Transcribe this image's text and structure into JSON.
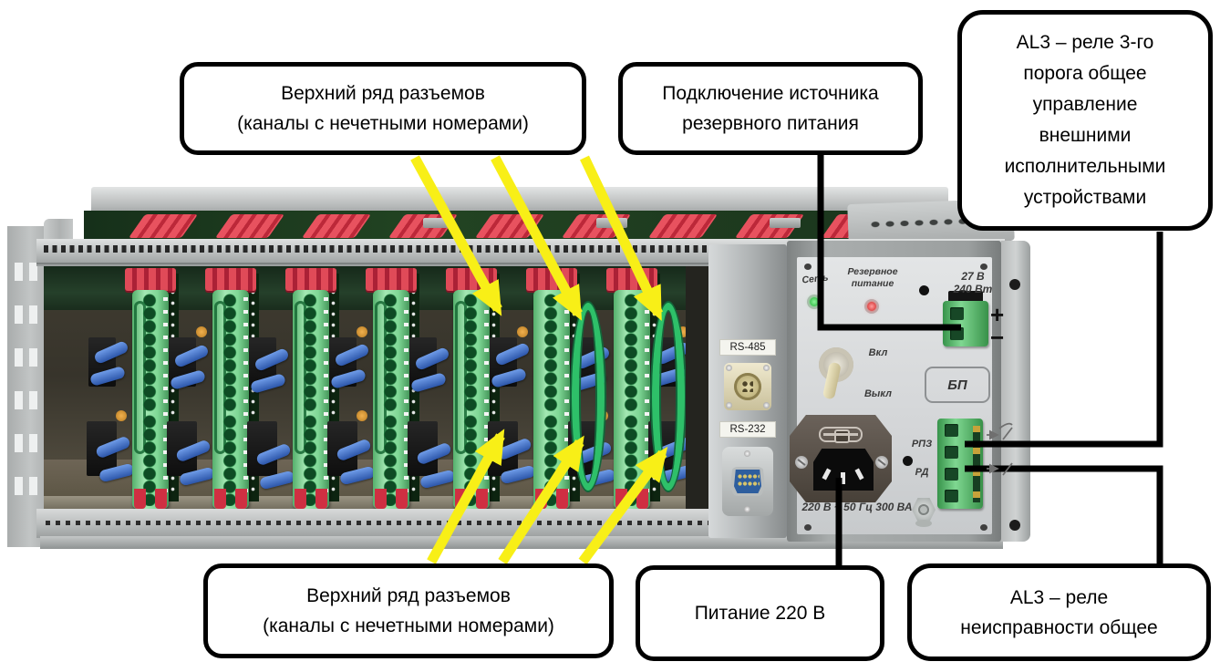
{
  "callouts": {
    "top_left": {
      "text": "Верхний ряд разъемов\n(каналы с нечетными номерами)"
    },
    "top_middle": {
      "text": "Подключение источника\nрезервного питания"
    },
    "top_right": {
      "text": "AL3 – реле 3-го\nпорога общее\nуправление\nвнешними\nисполнительными\nустройствами"
    },
    "bottom_left": {
      "text": "Верхний ряд разъемов\n(каналы с нечетными номерами)"
    },
    "bottom_middle": {
      "text": "Питание 220 В"
    },
    "bottom_right": {
      "text": "AL3 – реле\nнеисправности общее"
    }
  },
  "panel": {
    "net_label": "Сеть",
    "reserve_label": "Резервное\nпитание",
    "voltage_label": "27 В\n240 Вт",
    "plus": "+",
    "minus": "−",
    "on_label": "Вкл",
    "off_label": "Выкл",
    "psu_label": "БП",
    "rpz_label": "РПЗ",
    "rd_label": "РД",
    "mains_label": "220 В ~ 50 Гц 300 ВА"
  },
  "connectors": {
    "rs485_label": "RS-485",
    "rs232_label": "RS-232"
  },
  "chassis": {
    "slot_count": 8
  },
  "colors": {
    "arrow_yellow": "#f8ef17",
    "annotation_black": "#000000",
    "board_green": "#7ed795",
    "guide_red": "#d5334a",
    "terminal_green": "#4fae5f",
    "chassis_gray": "#c2c5c5",
    "led_green": "#2ecc40",
    "led_red": "#e03131",
    "rs232_blue": "#2e5e9e"
  }
}
